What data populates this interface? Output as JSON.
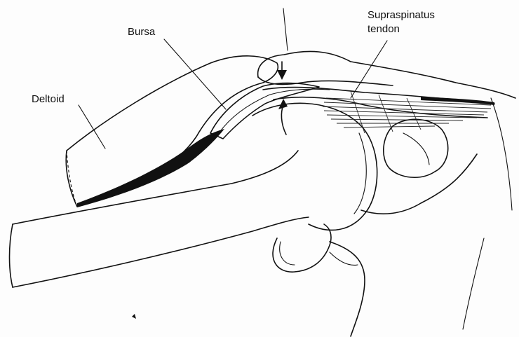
{
  "labels": {
    "bursa": "Bursa",
    "supraspinatus_line1": "Supraspinatus",
    "supraspinatus_line2": "tendon",
    "deltoid": "Deltoid"
  },
  "colors": {
    "ink": "#111111",
    "background": "#fdfdfd"
  }
}
